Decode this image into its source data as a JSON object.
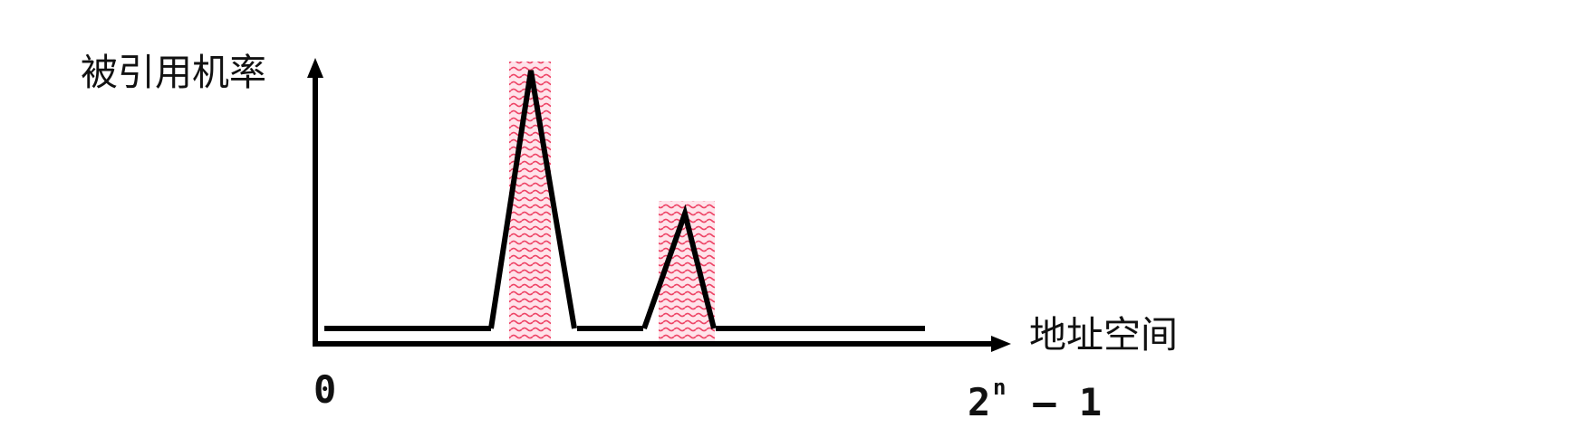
{
  "y_axis_label": "被引用机率",
  "x_axis_label": "地址空间",
  "x_min_label": "0",
  "x_max_label": {
    "base": "2",
    "exponent": "n",
    "rest": " – 1"
  },
  "colors": {
    "line": "#000000",
    "highlight_wave": "#ee4466",
    "highlight_bg": "#ffe3ea"
  },
  "regions": [
    {
      "name": "hot-region-1",
      "peak": "high"
    },
    {
      "name": "hot-region-2",
      "peak": "medium"
    }
  ]
}
